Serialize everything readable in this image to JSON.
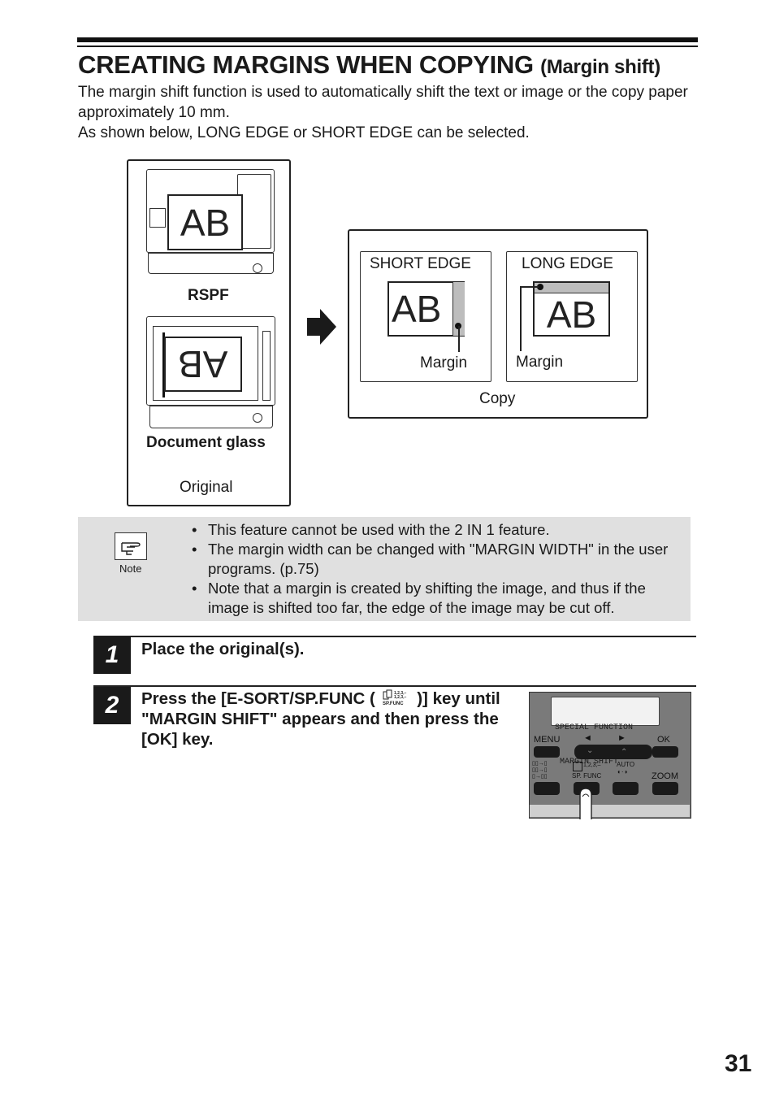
{
  "header": {
    "title": "CREATING MARGINS WHEN COPYING",
    "subtitle": "(Margin shift)"
  },
  "intro": {
    "line1": "The margin shift function is used to automatically shift the text or image or the copy paper approximately 10 mm.",
    "line2": "As shown below, LONG EDGE or SHORT EDGE can be selected."
  },
  "diagram": {
    "sample_text": "AB",
    "rspf_label": "RSPF",
    "glass_label": "Document glass",
    "original_label": "Original",
    "short_edge_label": "SHORT EDGE",
    "long_edge_label": "LONG EDGE",
    "margin_label": "Margin",
    "copy_label": "Copy"
  },
  "note": {
    "icon_label": "Note",
    "items": [
      "This feature cannot be used with the 2 IN 1 feature.",
      "The margin width can be changed with \"MARGIN WIDTH\" in the user programs. (p.75)",
      "Note that a margin is created by shifting the image, and thus if the image is shifted too far, the edge of the image may be cut off."
    ]
  },
  "steps": [
    {
      "number": "1",
      "text": "Place the original(s)."
    },
    {
      "number": "2",
      "text_before": "Press the [E-SORT/SP.FUNC (",
      "text_after": ")] key until \"MARGIN SHIFT\" appears and then press the [OK] key."
    }
  ],
  "panel": {
    "display_line1": "SPECIAL FUNCTION",
    "display_line2": " MARGIN SHIFT",
    "menu_label": "MENU",
    "left_arrow": "◄",
    "right_arrow": "►",
    "ok_label": "OK",
    "spfunc_label": "SP. FUNC",
    "spfunc_icon_text": "1,2,3,–",
    "auto_label": "AUTO",
    "zoom_label": "ZOOM"
  },
  "page_number": "31"
}
